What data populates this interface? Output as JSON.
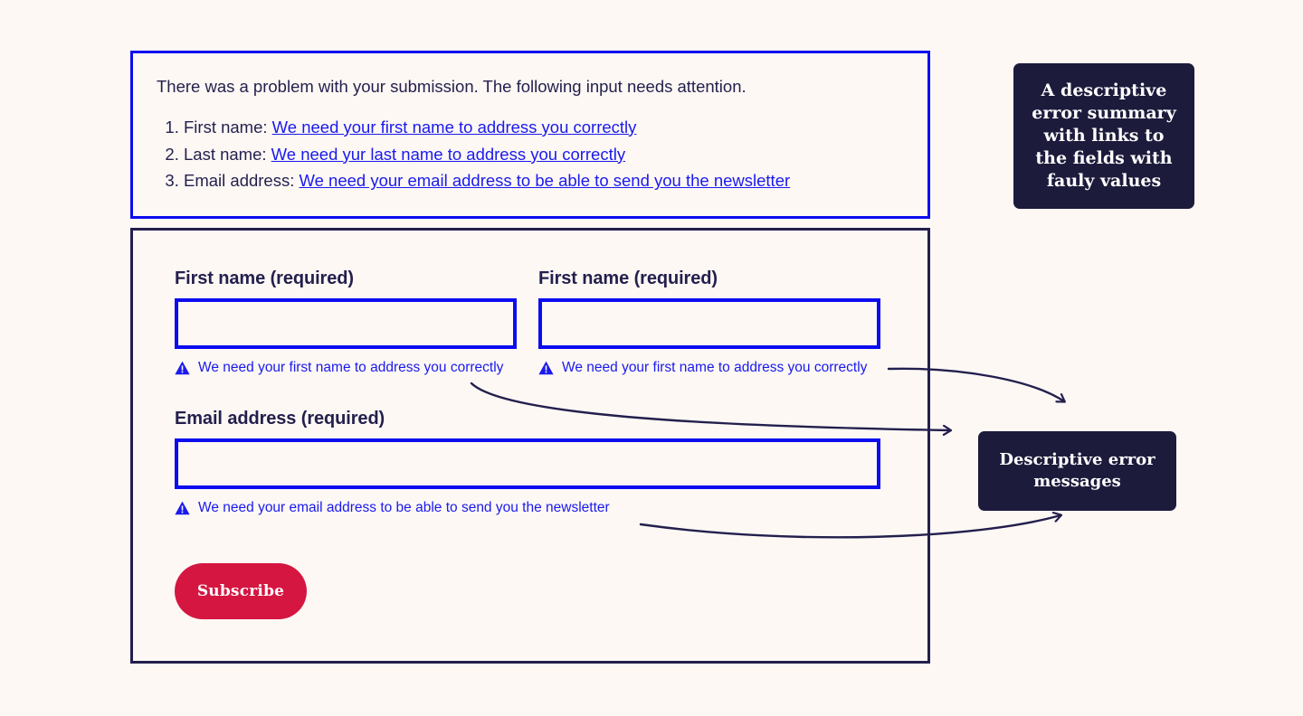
{
  "page": {
    "background_color": "#fdf8f4",
    "accent_blue": "#0c0cf0",
    "link_blue": "#1a1aee",
    "navy": "#231f4d",
    "callout_bg": "#1d1b3c",
    "button_red": "#d51641"
  },
  "error_summary": {
    "intro": "There was a problem with your submission. The following input needs attention.",
    "items": [
      {
        "prefix": "First name:",
        "link": "We need your first name to address you correctly"
      },
      {
        "prefix": "Last name:",
        "link": "We need yur last name to address you correctly"
      },
      {
        "prefix": "Email address:",
        "link": "We need your email address to be able to send you the newsletter"
      }
    ]
  },
  "form": {
    "fields": [
      {
        "label": "First name (required)",
        "value": "",
        "placeholder": "",
        "error": "We need your first name to address you correctly"
      },
      {
        "label": "First name (required)",
        "value": "",
        "placeholder": "",
        "error": "We need your first name to address you correctly"
      },
      {
        "label": "Email address (required)",
        "value": "",
        "placeholder": "",
        "error": "We need your email address to be able to send you the newsletter"
      }
    ],
    "submit_label": "Subscribe"
  },
  "annotations": {
    "summary_note": "A descriptive error summary with links to the fields with fauly values",
    "messages_note": "Descriptive error messages"
  },
  "icons": {
    "warning": "warning-triangle-icon"
  }
}
